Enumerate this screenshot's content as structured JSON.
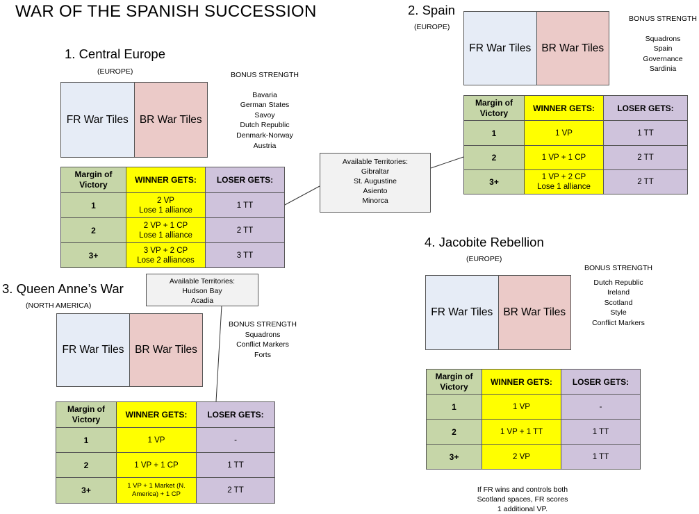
{
  "title": "WAR OF THE SPANISH SUCCESSION",
  "labels": {
    "tile_fr": "FR War Tiles",
    "tile_br": "BR War Tiles",
    "bonus_heading": "BONUS STRENGTH",
    "margin_header": "Margin of Victory",
    "winner_header": "WINNER GETS:",
    "loser_header": "LOSER GETS:"
  },
  "theaters": {
    "central_europe": {
      "name": "1. Central Europe",
      "region": "(EUROPE)",
      "bonus": [
        "Bavaria",
        "German States",
        "Savoy",
        "Dutch Republic",
        "Denmark-Norway",
        "Austria"
      ],
      "rows": [
        {
          "margin": "1",
          "winner": [
            "2 VP",
            "Lose 1 alliance"
          ],
          "loser": "1 TT"
        },
        {
          "margin": "2",
          "winner": [
            "2 VP + 1 CP",
            "Lose 1 alliance"
          ],
          "loser": "2 TT"
        },
        {
          "margin": "3+",
          "winner": [
            "3 VP + 2 CP",
            "Lose 2 alliances"
          ],
          "loser": "3 TT"
        }
      ]
    },
    "spain": {
      "name": "2. Spain",
      "region": "(EUROPE)",
      "bonus": [
        "Squadrons",
        "Spain",
        "Governance",
        "Sardinia"
      ],
      "rows": [
        {
          "margin": "1",
          "winner": [
            "1 VP"
          ],
          "loser": "1 TT"
        },
        {
          "margin": "2",
          "winner": [
            "1 VP + 1 CP"
          ],
          "loser": "2 TT"
        },
        {
          "margin": "3+",
          "winner": [
            "1 VP + 2 CP",
            "Lose 1 alliance"
          ],
          "loser": "2 TT"
        }
      ]
    },
    "queen_annes_war": {
      "name": "3. Queen Anne’s War",
      "region": "(NORTH AMERICA)",
      "bonus": [
        "Squadrons",
        "Conflict Markers",
        "Forts"
      ],
      "rows": [
        {
          "margin": "1",
          "winner": [
            "1 VP"
          ],
          "loser": "-"
        },
        {
          "margin": "2",
          "winner": [
            "1 VP + 1 CP"
          ],
          "loser": "1 TT"
        },
        {
          "margin": "3+",
          "winner": [
            "1 VP + 1 Market (N.",
            "America) + 1 CP"
          ],
          "loser": "2 TT"
        }
      ]
    },
    "jacobite_rebellion": {
      "name": "4. Jacobite Rebellion",
      "region": "(EUROPE)",
      "bonus": [
        "Dutch Republic",
        "Ireland",
        "Scotland",
        "Style",
        "Conflict Markers"
      ],
      "rows": [
        {
          "margin": "1",
          "winner": [
            "1 VP"
          ],
          "loser": "-"
        },
        {
          "margin": "2",
          "winner": [
            "1 VP + 1 TT"
          ],
          "loser": "1 TT"
        },
        {
          "margin": "3+",
          "winner": [
            "2 VP"
          ],
          "loser": "1 TT"
        }
      ]
    }
  },
  "available_territories_europe": [
    "Available Territories:",
    "Gibraltar",
    "St. Augustine",
    "Asiento",
    "Minorca"
  ],
  "available_territories_america": [
    "Available Territories:",
    "Hudson Bay",
    "Acadia"
  ],
  "jacobite_note": [
    "If FR wins and controls both",
    "Scotland spaces, FR scores",
    "1 additional VP."
  ]
}
